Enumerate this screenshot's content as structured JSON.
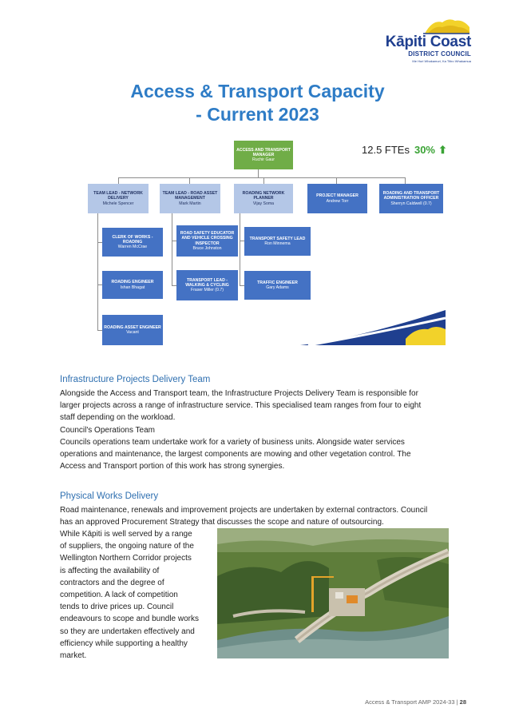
{
  "logo": {
    "name": "Kāpiti Coast",
    "sub": "DISTRICT COUNCIL",
    "tagline": "Me Huri Whakamuri, Ka Titiro Whakamua"
  },
  "title": {
    "line1": "Access & Transport Capacity",
    "line2": "- Current 2023"
  },
  "org_chart": {
    "ftes": "12.5 FTEs",
    "percent": "30%",
    "colors": {
      "manager": "#70ad47",
      "lead": "#b4c7e7",
      "staff": "#4472c4",
      "trend_up": "#3aa335"
    },
    "manager": {
      "role": "ACCESS AND TRANSPORT MANAGER",
      "name": "Ruchir Gaur"
    },
    "row1": [
      {
        "role": "TEAM LEAD - NETWORK DELIVERY",
        "name": "Michele Spencer"
      },
      {
        "role": "TEAM LEAD - ROAD ASSET MANAGEMENT",
        "name": "Mark Martin"
      },
      {
        "role": "ROADING NETWORK PLANNER",
        "name": "Vijay Soma"
      },
      {
        "role": "PROJECT MANAGER",
        "name": "Andrew Torr"
      },
      {
        "role": "ROADING AND TRANSPORT ADMINISTRATION OFFICER",
        "name": "Sherryn Caldwell (0.7)"
      }
    ],
    "network_delivery": [
      {
        "role": "CLERK OF WORKS - ROADING",
        "name": "Warren McCrae"
      },
      {
        "role": "ROADING ENGINEER",
        "name": "Ishan Bhagat"
      },
      {
        "role": "ROADING ASSET ENGINEER",
        "name": "Vacant"
      }
    ],
    "road_asset": [
      {
        "role": "ROAD SAFETY EDUCATOR AND VEHICLE CROSSING INSPECTOR",
        "name": "Bruce Johnston"
      },
      {
        "role": "TRANSPORT LEAD - WALKING & CYCLING",
        "name": "Fraser Miller (0.7)"
      }
    ],
    "planner": [
      {
        "role": "TRANSPORT SAFETY LEAD",
        "name": "Ron Minnema"
      },
      {
        "role": "TRAFFIC ENGINEER",
        "name": "Gary Adams"
      }
    ]
  },
  "infrastructure": {
    "heading": "Infrastructure Projects Delivery Team",
    "lines": [
      "Alongside the Access and Transport team, the Infrastructure Projects Delivery Team is responsible for",
      "larger projects across a range of infrastructure service.  This specialised team ranges from four to eight",
      "staff depending on the workload.",
      "Council's Operations Team",
      "Councils operations team undertake work for a variety of business units.  Alongside water services",
      "operations and maintenance, the largest components are mowing and other vegetation control.  The",
      "Access and Transport portion of this work has strong synergies."
    ]
  },
  "physical": {
    "heading": "Physical Works Delivery",
    "lines": [
      "Road maintenance, renewals and improvement projects are undertaken by external contractors.  Council",
      "has an approved Procurement Strategy that discusses the scope and nature of outsourcing."
    ],
    "wrap_lines": [
      "While Kāpiti is well served by a range",
      "of suppliers, the ongoing nature of the",
      "Wellington Northern Corridor projects",
      "is affecting the availability of",
      "contractors and the degree of",
      "competition.  A lack of competition",
      "tends to drive prices up. Council",
      "endeavours to scope and bundle works",
      "so they are undertaken effectively and",
      "efficiency while supporting a healthy",
      "market."
    ]
  },
  "footer": {
    "text": "Access & Transport AMP 2024-33",
    "page": "28"
  }
}
